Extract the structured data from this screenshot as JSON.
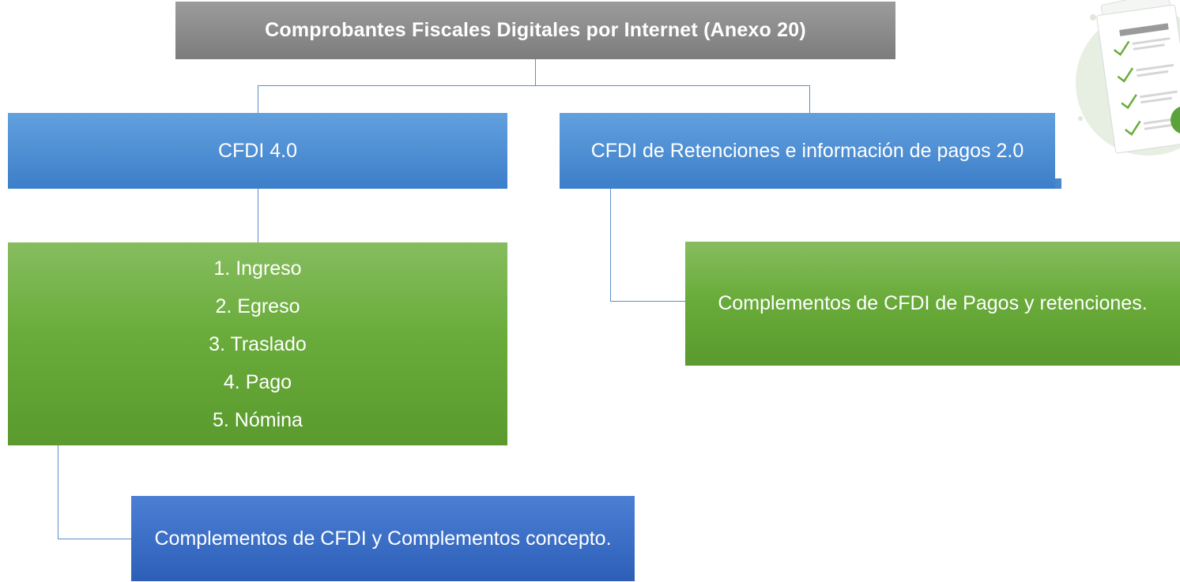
{
  "diagram": {
    "root": {
      "label": "Comprobantes Fiscales Digitales por Internet (Anexo 20)"
    },
    "cfdi40": {
      "label": "CFDI 4.0"
    },
    "retenciones": {
      "label": "CFDI de Retenciones e información de pagos 2.0"
    },
    "tipos": {
      "items": [
        "1. Ingreso",
        "2. Egreso",
        "3. Traslado",
        "4. Pago",
        "5. Nómina"
      ]
    },
    "complementos_pagos": {
      "label": "Complementos de CFDI de Pagos y retenciones."
    },
    "complementos_cfdi": {
      "label": "Complementos de CFDI y Complementos concepto."
    }
  },
  "colors": {
    "root": "#8c8c8c",
    "blue_box": "#4a8ad2",
    "green_box": "#6aac3b",
    "dark_blue_box": "#3a6cc4",
    "connector": "#5b8fc9"
  },
  "icons": [
    "checklist-document-icon"
  ]
}
